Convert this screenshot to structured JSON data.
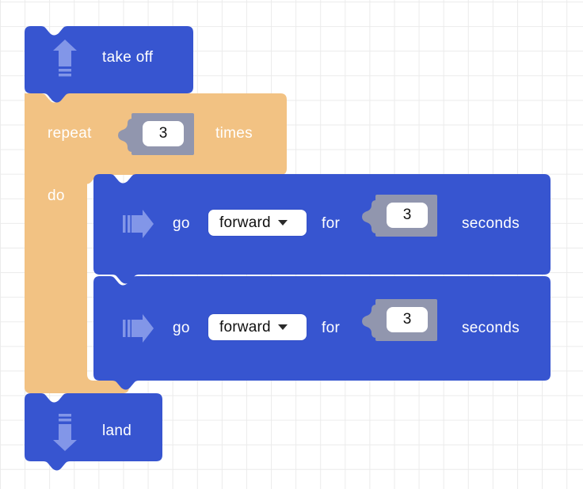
{
  "workspace": {
    "name": "blockly-workspace",
    "background": "#ffffff",
    "grid_color": "#ebebeb",
    "grid_spacing": 31
  },
  "palette": {
    "block_blue": "#3755d0",
    "block_blue_light": "#8296e8",
    "block_orange": "#f2c283",
    "block_gray": "#9196ae",
    "field_white": "#ffffff",
    "text_white": "#ffffff",
    "text_dark": "#101010"
  },
  "blocks": {
    "takeoff": {
      "label": "take off",
      "icon": "arrow-up-icon",
      "color": "#3755d0"
    },
    "repeat": {
      "label_prefix": "repeat",
      "label_suffix": "times",
      "label_do": "do",
      "count_value": "3",
      "color": "#f2c283"
    },
    "go_forward_1": {
      "icon": "arrow-right-icon",
      "label_go": "go",
      "direction_value": "forward",
      "label_for": "for",
      "duration_value": "3",
      "label_seconds": "seconds",
      "color": "#3755d0"
    },
    "go_forward_2": {
      "icon": "arrow-right-icon",
      "label_go": "go",
      "direction_value": "forward",
      "label_for": "for",
      "duration_value": "3",
      "label_seconds": "seconds",
      "color": "#3755d0"
    },
    "land": {
      "label": "land",
      "icon": "arrow-down-icon",
      "color": "#3755d0"
    }
  }
}
